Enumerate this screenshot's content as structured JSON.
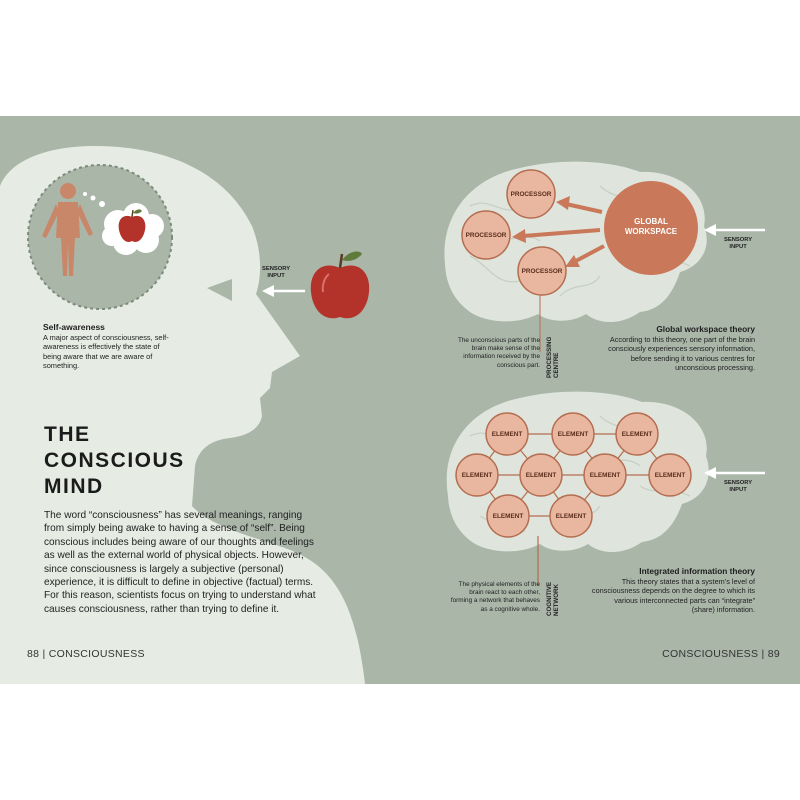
{
  "left_page": {
    "self_awareness": {
      "heading": "Self-awareness",
      "body": "A major aspect of consciousness, self-awareness is effectively the state of being aware that we are aware of something."
    },
    "sensory_label": [
      "SENSORY",
      "INPUT"
    ],
    "title_lines": [
      "THE",
      "CONSCIOUS",
      "MIND"
    ],
    "intro": "The word “consciousness” has several meanings, ranging from simply being awake to having a sense of “self”. Being conscious includes being aware of our thoughts and feelings as well as the external world of physical objects. However, since consciousness is largely a subjective (personal) experience, it is difficult to define in objective (factual) terms. For this reason, scientists focus on trying to understand what causes consciousness, rather than trying to define it.",
    "folio": "88 | CONSCIOUSNESS"
  },
  "right_page": {
    "global_workspace": {
      "hub_label": [
        "GLOBAL",
        "WORKSPACE"
      ],
      "processor_label": "PROCESSOR",
      "sensory_label": [
        "SENSORY",
        "INPUT"
      ],
      "caption": "The unconscious parts of the brain make sense of the information received by the conscious part.",
      "vertical_label": [
        "PROCESSING",
        "CENTRE"
      ],
      "heading": "Global workspace theory",
      "body": "According to this theory, one part of the brain consciously experiences sensory information, before sending it to various centres for unconscious processing."
    },
    "integrated_information": {
      "element_label": "ELEMENT",
      "sensory_label": [
        "SENSORY",
        "INPUT"
      ],
      "caption": "The physical elements of the brain react to each other, forming a network that behaves as a cognitive whole.",
      "vertical_label": [
        "COGNITIVE",
        "NETWORK"
      ],
      "heading": "Integrated information theory",
      "body": "This theory states that a system’s level of consciousness depends on the degree to which its various interconnected parts can “integrate” (share) information."
    },
    "folio": "CONSCIOUSNESS | 89"
  },
  "colors": {
    "background": "#a9b6a8",
    "head_silhouette": "#e6ebe3",
    "brain": "#dfe5dc",
    "node_fill": "#e9b6a0",
    "node_stroke": "#b46d50",
    "hub_fill": "#c9785a",
    "apple_red": "#b3322a",
    "figure": "#c9876a"
  }
}
